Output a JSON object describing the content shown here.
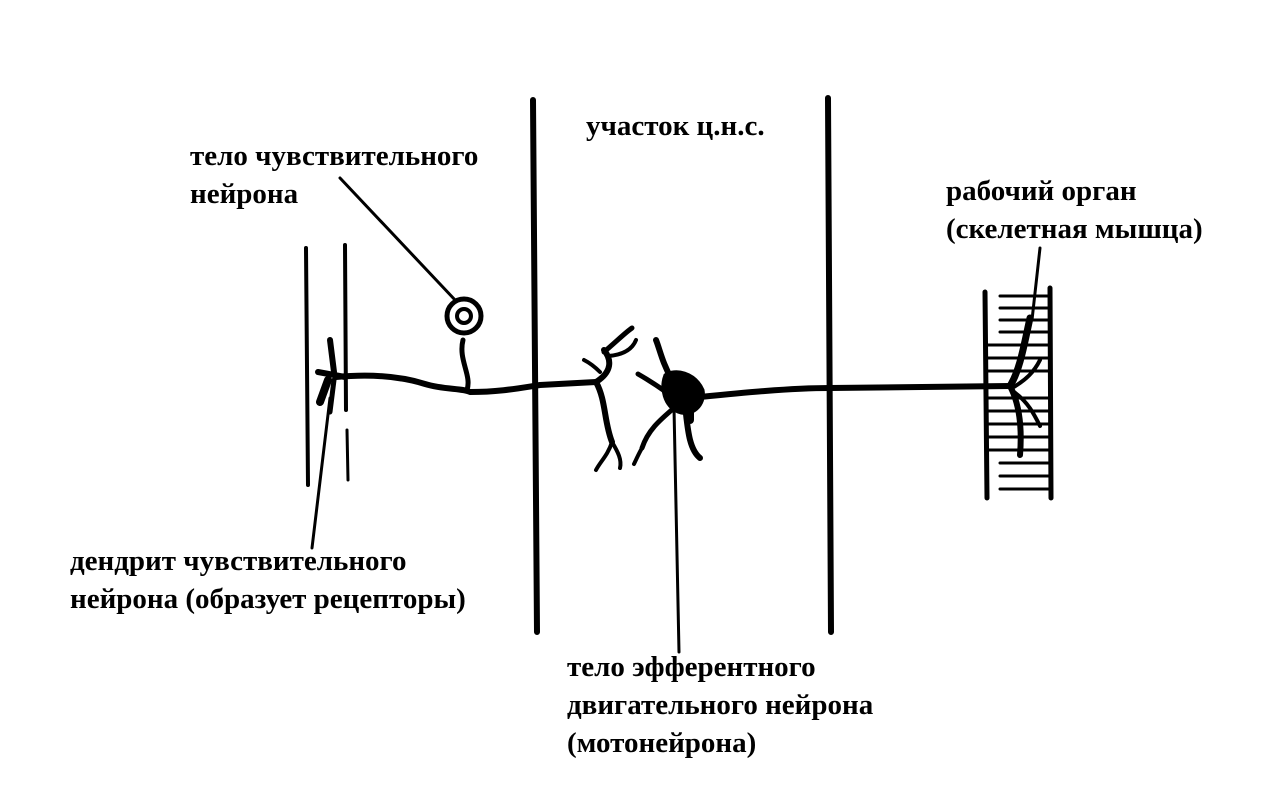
{
  "diagram": {
    "labels": {
      "cns_region": "участок ц.н.с.",
      "sensory_body": [
        "тело чувствительного",
        "нейрона"
      ],
      "effector": [
        "рабочий орган",
        "(скелетная мышца)"
      ],
      "dendrite": [
        "дендрит чувствительного",
        "нейрона (образует рецепторы)"
      ],
      "motor_body": [
        "тело эфферентного",
        "двигательного нейрона",
        "(мотонейрона)"
      ]
    },
    "colors": {
      "ink": "#000000",
      "background": "#ffffff"
    }
  }
}
